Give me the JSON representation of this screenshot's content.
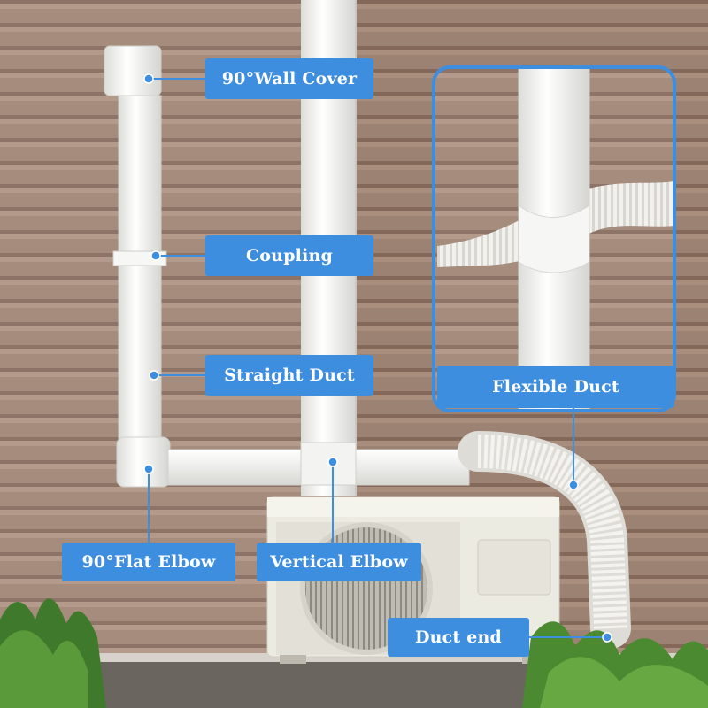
{
  "image": {
    "description": "Outdoor air-conditioner line-set cover kit installed on a brown siding wall",
    "colors": {
      "label_background": "#3e8ee0",
      "label_text": "#ffffff",
      "siding": "#a68c7c",
      "duct": "#f4f4f2"
    }
  },
  "labels": {
    "wall_cover": "90°Wall Cover",
    "coupling": "Coupling",
    "straight_duct": "Straight Duct",
    "flexible_duct": "Flexible Duct",
    "flat_elbow": "90°Flat Elbow",
    "vertical_elbow": "Vertical Elbow",
    "duct_end": "Duct end"
  }
}
